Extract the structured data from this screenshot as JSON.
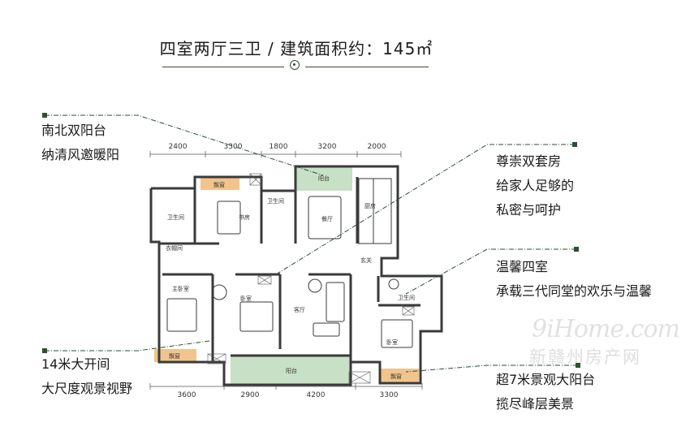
{
  "header": {
    "title": "四室两厅三卫 / 建筑面积约：145㎡"
  },
  "annotations": {
    "north_south_balcony": [
      "南北双阳台",
      "纳清风邀暖阳"
    ],
    "double_suite": [
      "尊崇双套房",
      "给家人足够的",
      "私密与呵护"
    ],
    "four_rooms": [
      "温馨四室",
      "承载三代同堂的欢乐与温馨"
    ],
    "big_opening": [
      "14米大开间",
      "大尺度观景视野"
    ],
    "view_balcony": [
      "超7米景观大阳台",
      "揽尽峰层美景"
    ]
  },
  "dimensions": {
    "top": [
      "2400",
      "3300",
      "1800",
      "3200",
      "2000"
    ],
    "bottom": [
      "3600",
      "2900",
      "4200",
      "3300"
    ]
  },
  "rooms": {
    "bay_window_1": "飘窗",
    "balcony_north": "阳台",
    "bathroom_1": "卫生间",
    "study": "书房",
    "bathroom_2": "卫生间",
    "dining": "餐厅",
    "kitchen": "厨房",
    "cloakroom": "衣帽间",
    "entrance": "玄关",
    "master_bedroom": "主卧室",
    "bedroom_1": "卧室",
    "living": "客厅",
    "bathroom_3": "卫生间",
    "bedroom_2": "卧室",
    "bay_window_2": "飘窗",
    "balcony_south": "阳台",
    "bay_window_3": "飘窗"
  },
  "watermark": {
    "line1": "9iHome.com",
    "line2": "新赣州房产网"
  },
  "colors": {
    "accent_green": "#2e4f33",
    "balcony_fill": "#c8e0c5",
    "bay_window_fill": "#f0c48c",
    "wall": "#3a3a3a"
  }
}
